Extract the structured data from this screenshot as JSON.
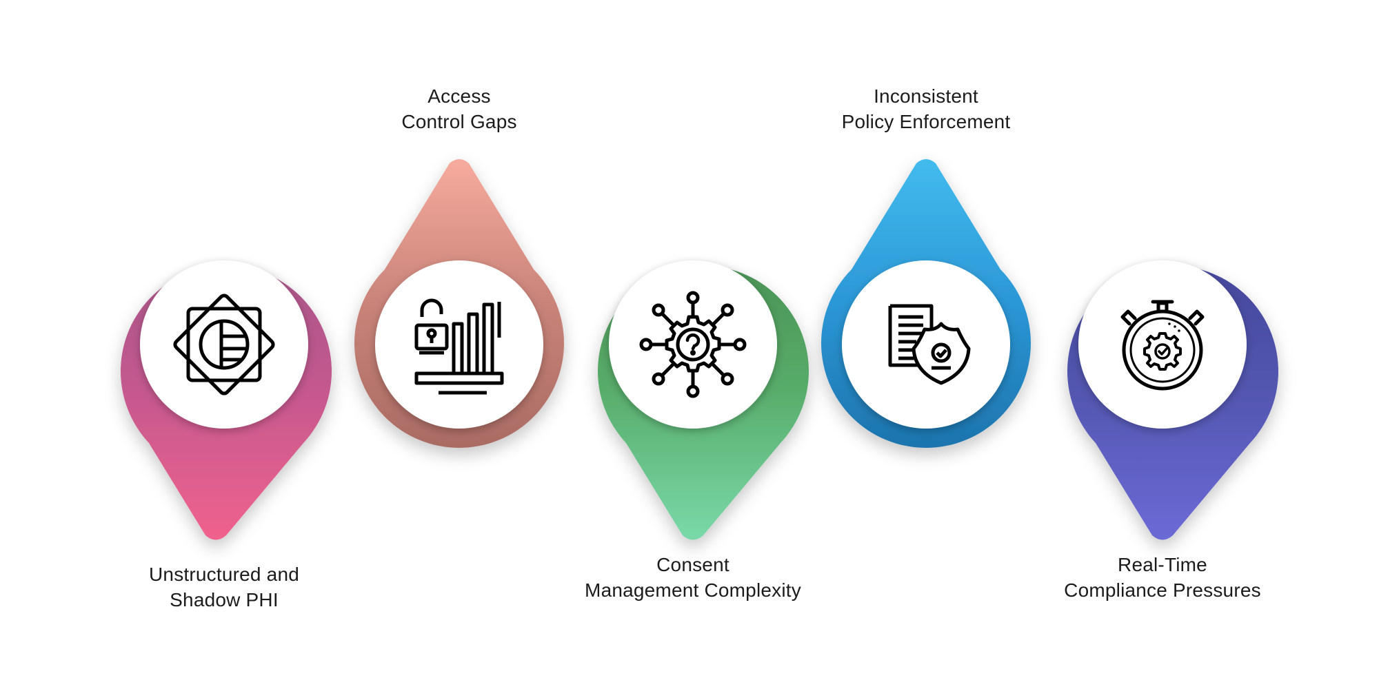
{
  "items": [
    {
      "id": "unstructured-phi",
      "label_line1": "Unstructured and",
      "label_line2": "Shadow PHI",
      "icon": "pie-chart-diamond-icon",
      "colors": {
        "outer": "#b4558f",
        "tip": "#f0638c",
        "bottom": "#ef6592"
      }
    },
    {
      "id": "access-control",
      "label_line1": "Access",
      "label_line2": "Control Gaps",
      "icon": "unlocked-bar-chart-icon",
      "colors": {
        "outer": "#b77870",
        "tip": "#f4a89c",
        "bottom": "#a96e66"
      }
    },
    {
      "id": "consent-management",
      "label_line1": "Consent",
      "label_line2": "Management Complexity",
      "icon": "question-gear-network-icon",
      "colors": {
        "outer": "#4f9a5c",
        "tip": "#74d3a2",
        "bottom": "#7ad6a8"
      }
    },
    {
      "id": "policy-enforcement",
      "label_line1": "Inconsistent",
      "label_line2": "Policy Enforcement",
      "icon": "document-shield-check-icon",
      "colors": {
        "outer": "#2a8fd0",
        "tip": "#3fb5ea",
        "bottom": "#1f7ab4"
      }
    },
    {
      "id": "real-time-compliance",
      "label_line1": "Real-Time",
      "label_line2": "Compliance Pressures",
      "icon": "stopwatch-gear-check-icon",
      "colors": {
        "outer": "#4a4fa6",
        "tip": "#6a68d2",
        "bottom": "#6866cf"
      }
    }
  ]
}
